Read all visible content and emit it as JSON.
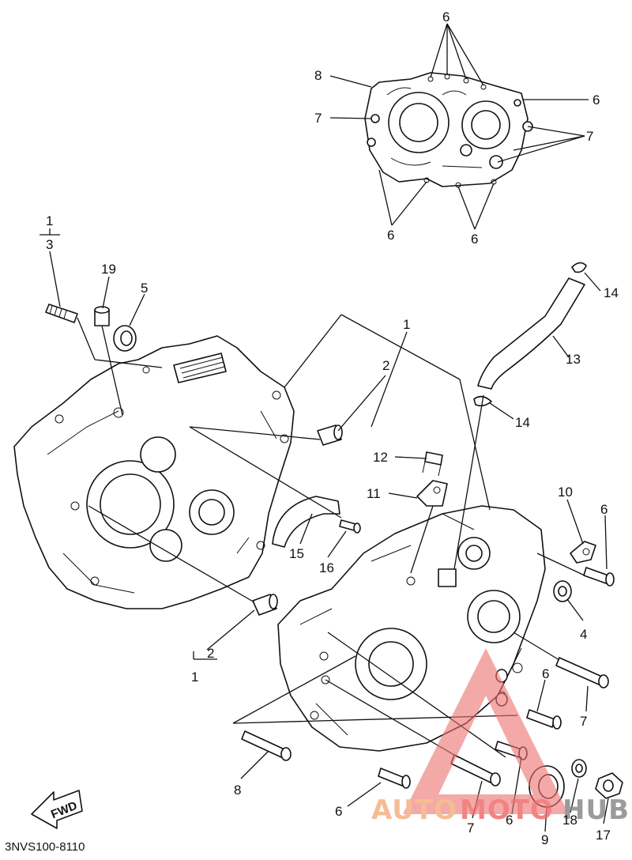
{
  "diagram": {
    "code": "3NVS100-8110",
    "fwd_label": "FWD",
    "callouts": {
      "top_6a": "6",
      "top_8": "8",
      "top_7a": "7",
      "top_6b": "6",
      "top_7b": "7",
      "top_6c": "6",
      "top_6d": "6",
      "l_1": "1",
      "l_3": "3",
      "l_19": "19",
      "l_5": "5",
      "c_1": "1",
      "c_2": "2",
      "l_2b": "2",
      "l_1b": "1",
      "r_14a": "14",
      "r_13": "13",
      "r_14b": "14",
      "m_12": "12",
      "m_11": "11",
      "m_15": "15",
      "m_16": "16",
      "r_10": "10",
      "r_6a": "6",
      "r_4": "4",
      "b_6a": "6",
      "b_7a": "7",
      "b_8": "8",
      "b_6b": "6",
      "b_7b": "7",
      "b_6c": "6",
      "b_9": "9",
      "b_18": "18",
      "b_17": "17"
    }
  },
  "watermark": {
    "auto": "AUTO",
    "moto": "MOTO",
    "hub": "HUB",
    "color_orange": "#f5b183",
    "color_red": "#ee6f6f",
    "color_gray": "#8a8a8a"
  }
}
